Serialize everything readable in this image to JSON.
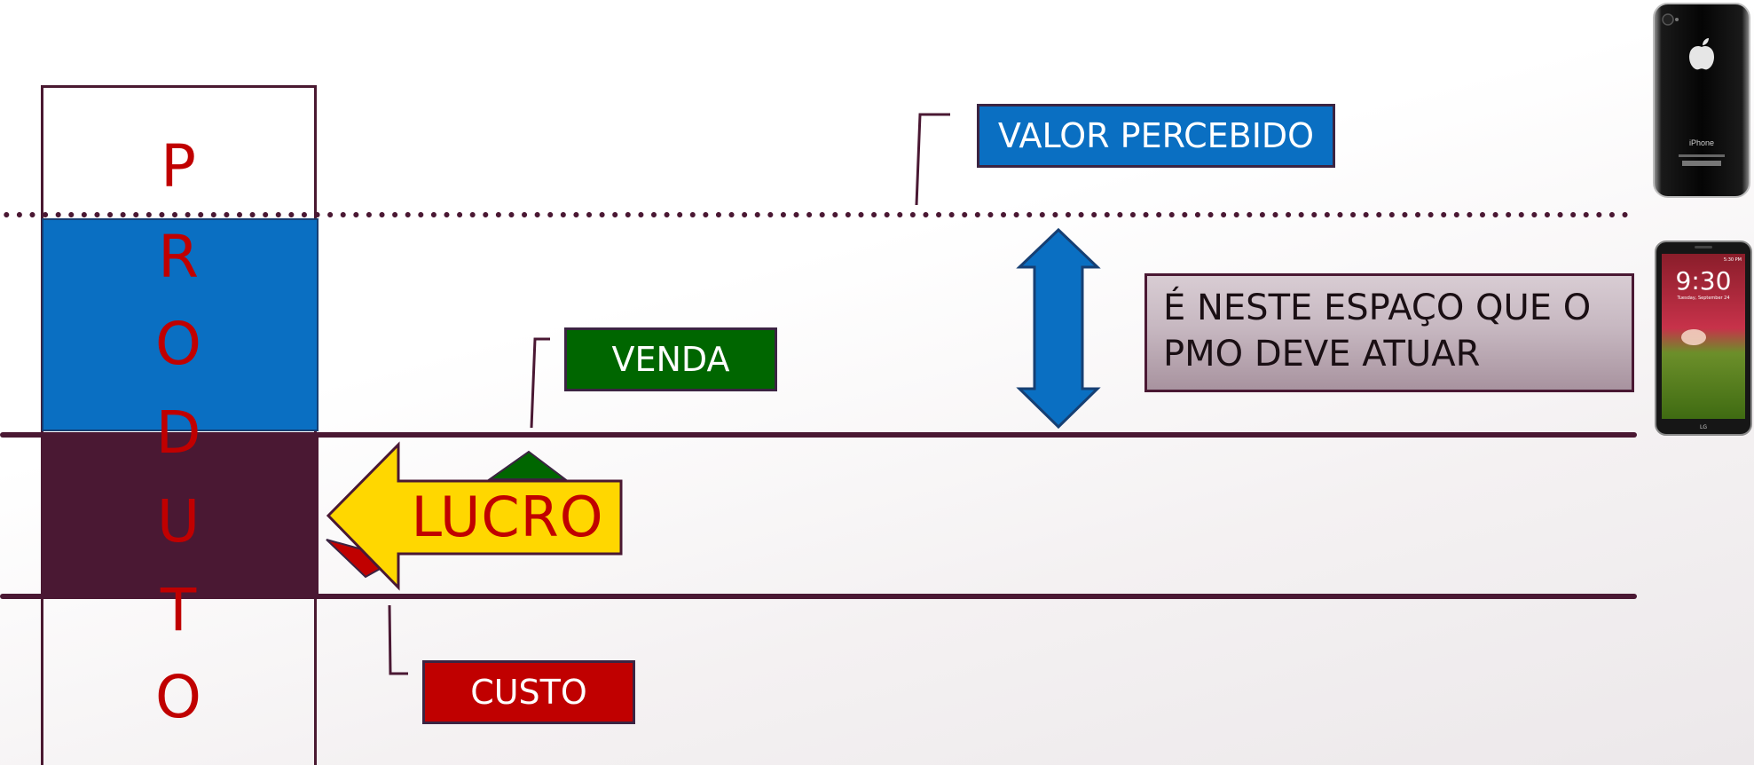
{
  "diagram": {
    "product_letters": [
      "P",
      "R",
      "O",
      "D",
      "U",
      "T",
      "O"
    ],
    "labels": {
      "valor_percebido": "VALOR PERCEBIDO",
      "venda": "VENDA",
      "custo": "CUSTO",
      "lucro": "LUCRO"
    },
    "callout": {
      "line1": "É NESTE ESPAÇO QUE O",
      "line2": "PMO DEVE ATUAR"
    }
  },
  "phones": {
    "iphone_brand": "iPhone",
    "lg_time": "9:30",
    "lg_date": "Tuesday, September 24",
    "lg_status": "5:30 PM",
    "lg_brand": "LG"
  },
  "colors": {
    "maroon": "#4a1833",
    "blue": "#0a6fc2",
    "green": "#006600",
    "red": "#c00000",
    "yellow": "#ffd700"
  }
}
